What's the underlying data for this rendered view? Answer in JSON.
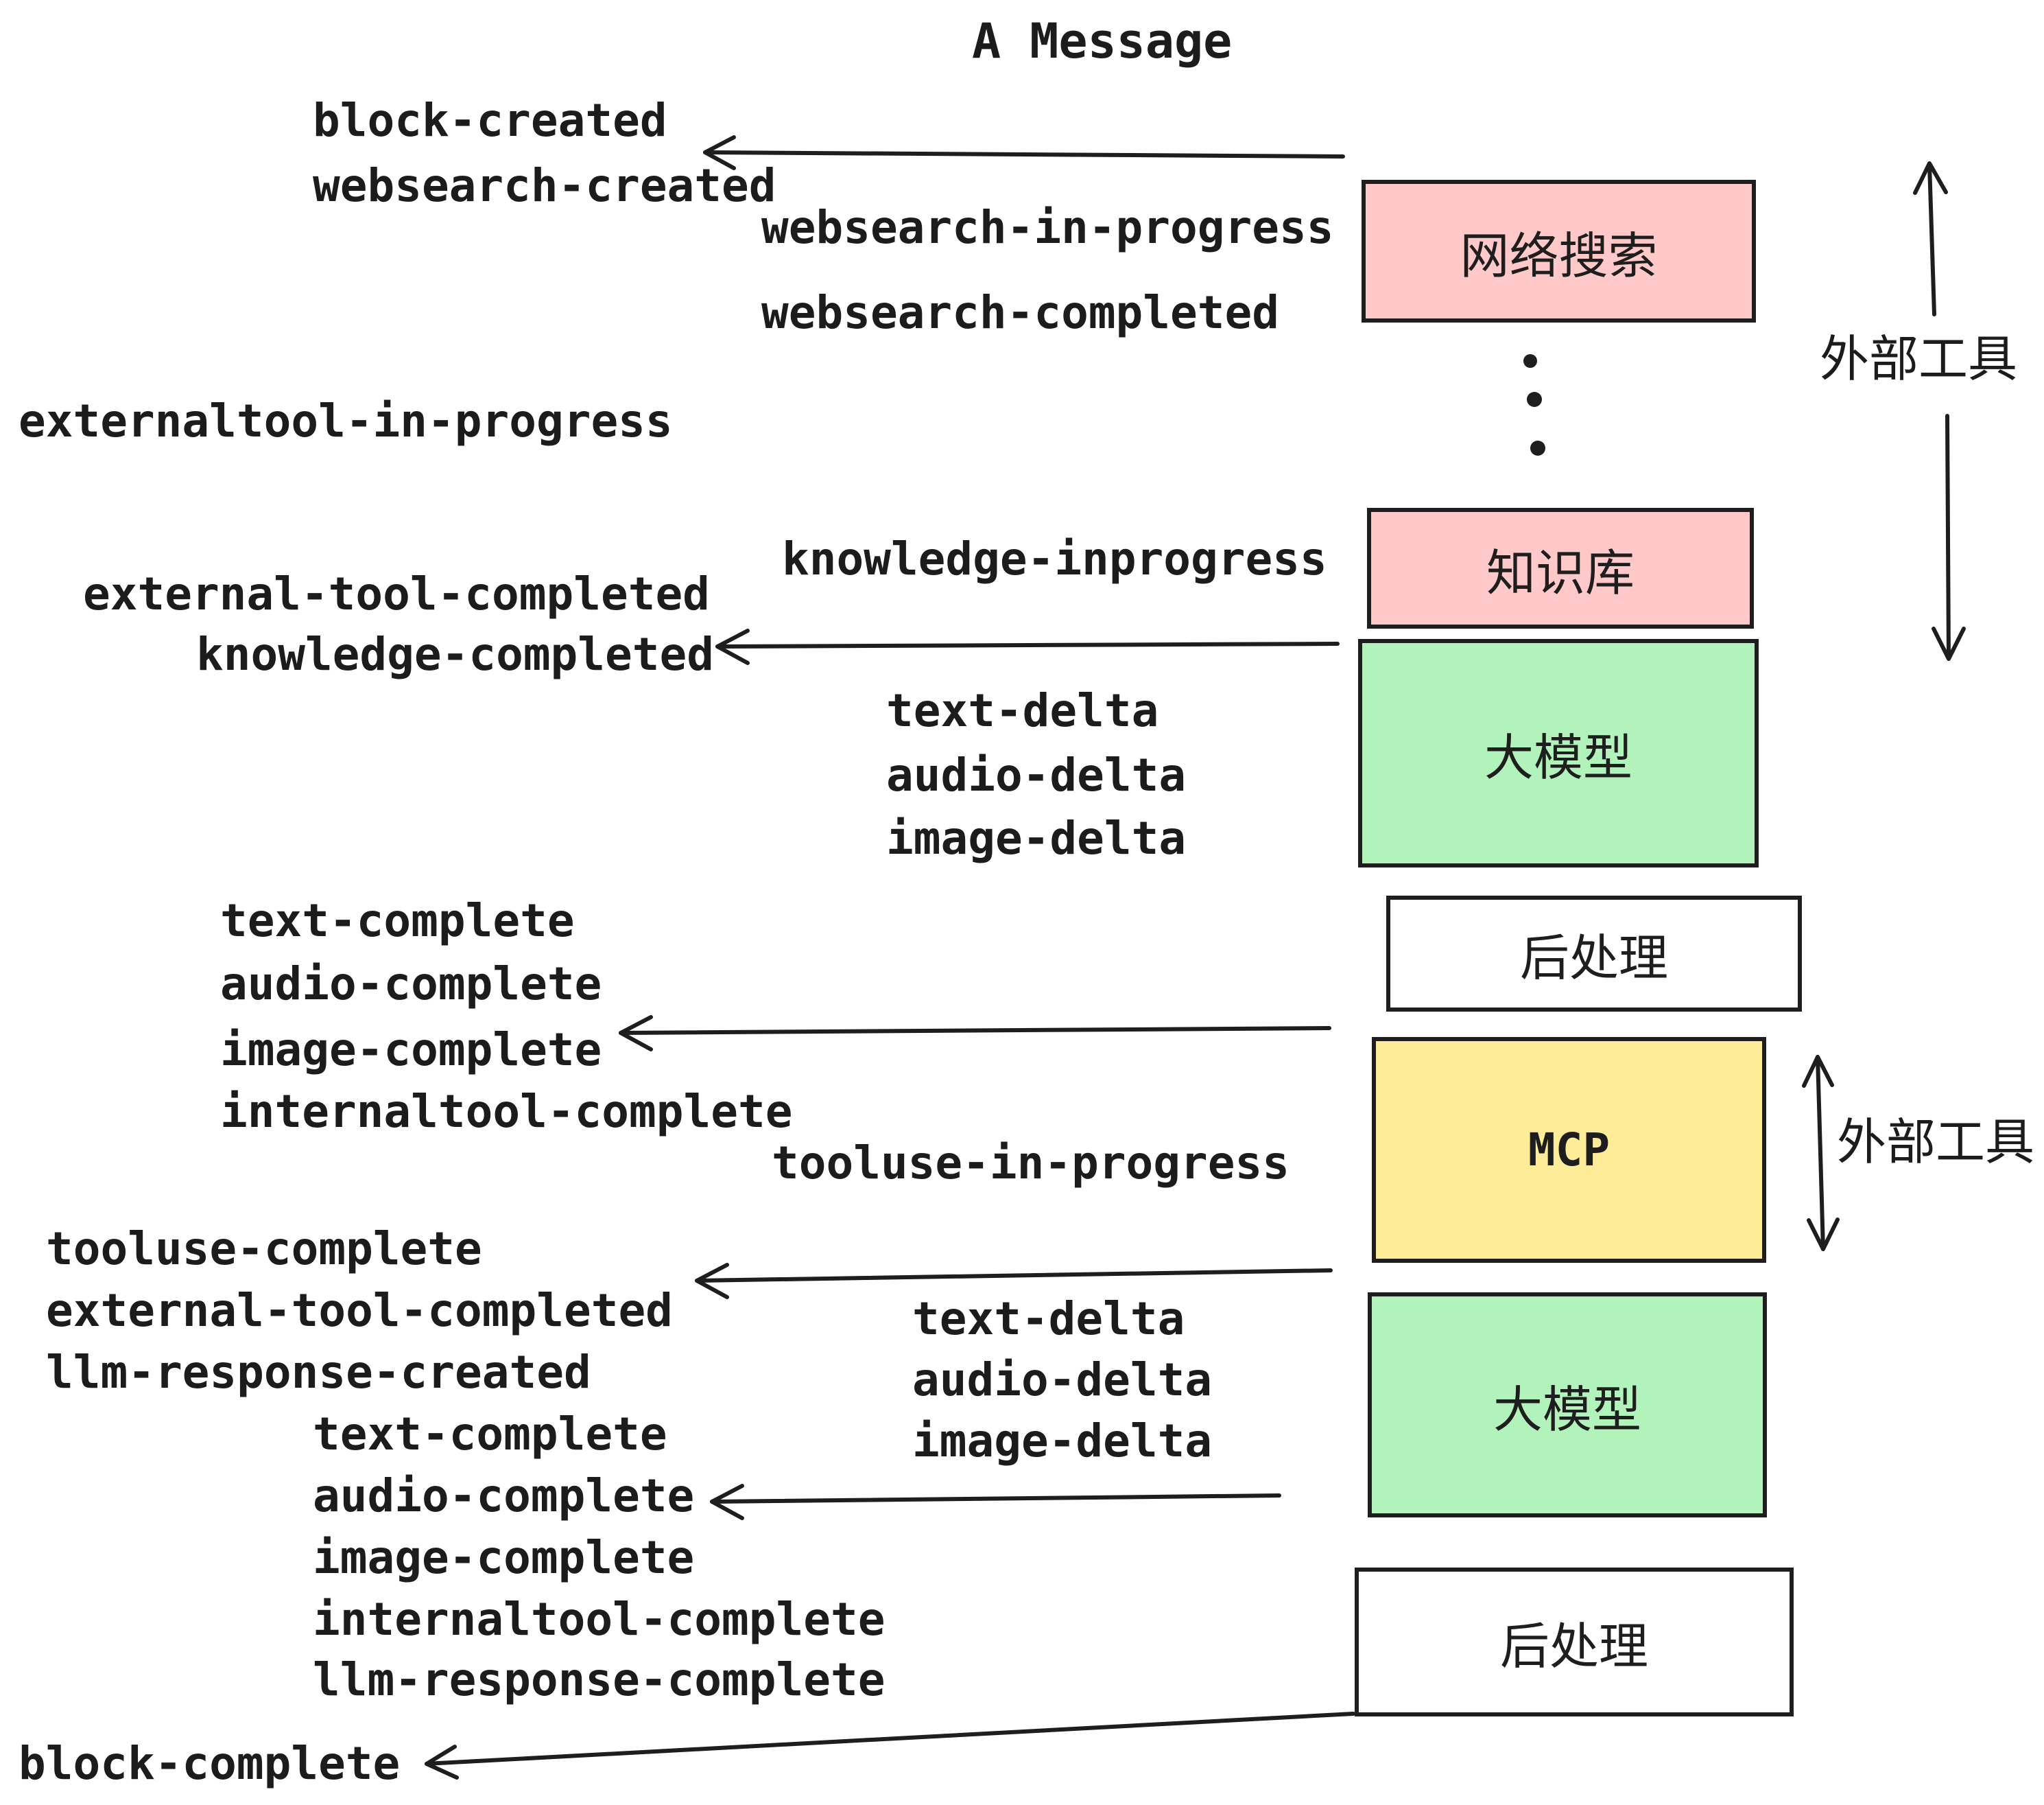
{
  "title": "A Message",
  "colors": {
    "pink": "#ffc9c9",
    "green": "#b2f2bb",
    "yellow": "#ffec99",
    "white": "#ffffff",
    "stroke": "#1e1e1e",
    "text": "#1c1c1c"
  },
  "boxes": [
    {
      "label": "网络搜索"
    },
    {
      "label": "知识库"
    },
    {
      "label": "大模型"
    },
    {
      "label": "后处理"
    },
    {
      "label": "MCP"
    },
    {
      "label": "大模型"
    },
    {
      "label": "后处理"
    }
  ],
  "side_labels": [
    {
      "text": "外部工具"
    },
    {
      "text": "外部工具"
    }
  ],
  "events": [
    {
      "text": "block-created"
    },
    {
      "text": "websearch-created"
    },
    {
      "text": "websearch-in-progress"
    },
    {
      "text": "websearch-completed"
    },
    {
      "text": "externaltool-in-progress"
    },
    {
      "text": "knowledge-inprogress"
    },
    {
      "text": "external-tool-completed"
    },
    {
      "text": "knowledge-completed"
    },
    {
      "text": "text-delta"
    },
    {
      "text": "audio-delta"
    },
    {
      "text": "image-delta"
    },
    {
      "text": "text-complete"
    },
    {
      "text": "audio-complete"
    },
    {
      "text": "image-complete"
    },
    {
      "text": "internaltool-complete"
    },
    {
      "text": "tooluse-in-progress"
    },
    {
      "text": "tooluse-complete"
    },
    {
      "text": "external-tool-completed"
    },
    {
      "text": "llm-response-created"
    },
    {
      "text": "text-complete"
    },
    {
      "text": "audio-complete"
    },
    {
      "text": "image-complete"
    },
    {
      "text": "internaltool-complete"
    },
    {
      "text": "llm-response-complete"
    },
    {
      "text": "block-complete"
    }
  ]
}
